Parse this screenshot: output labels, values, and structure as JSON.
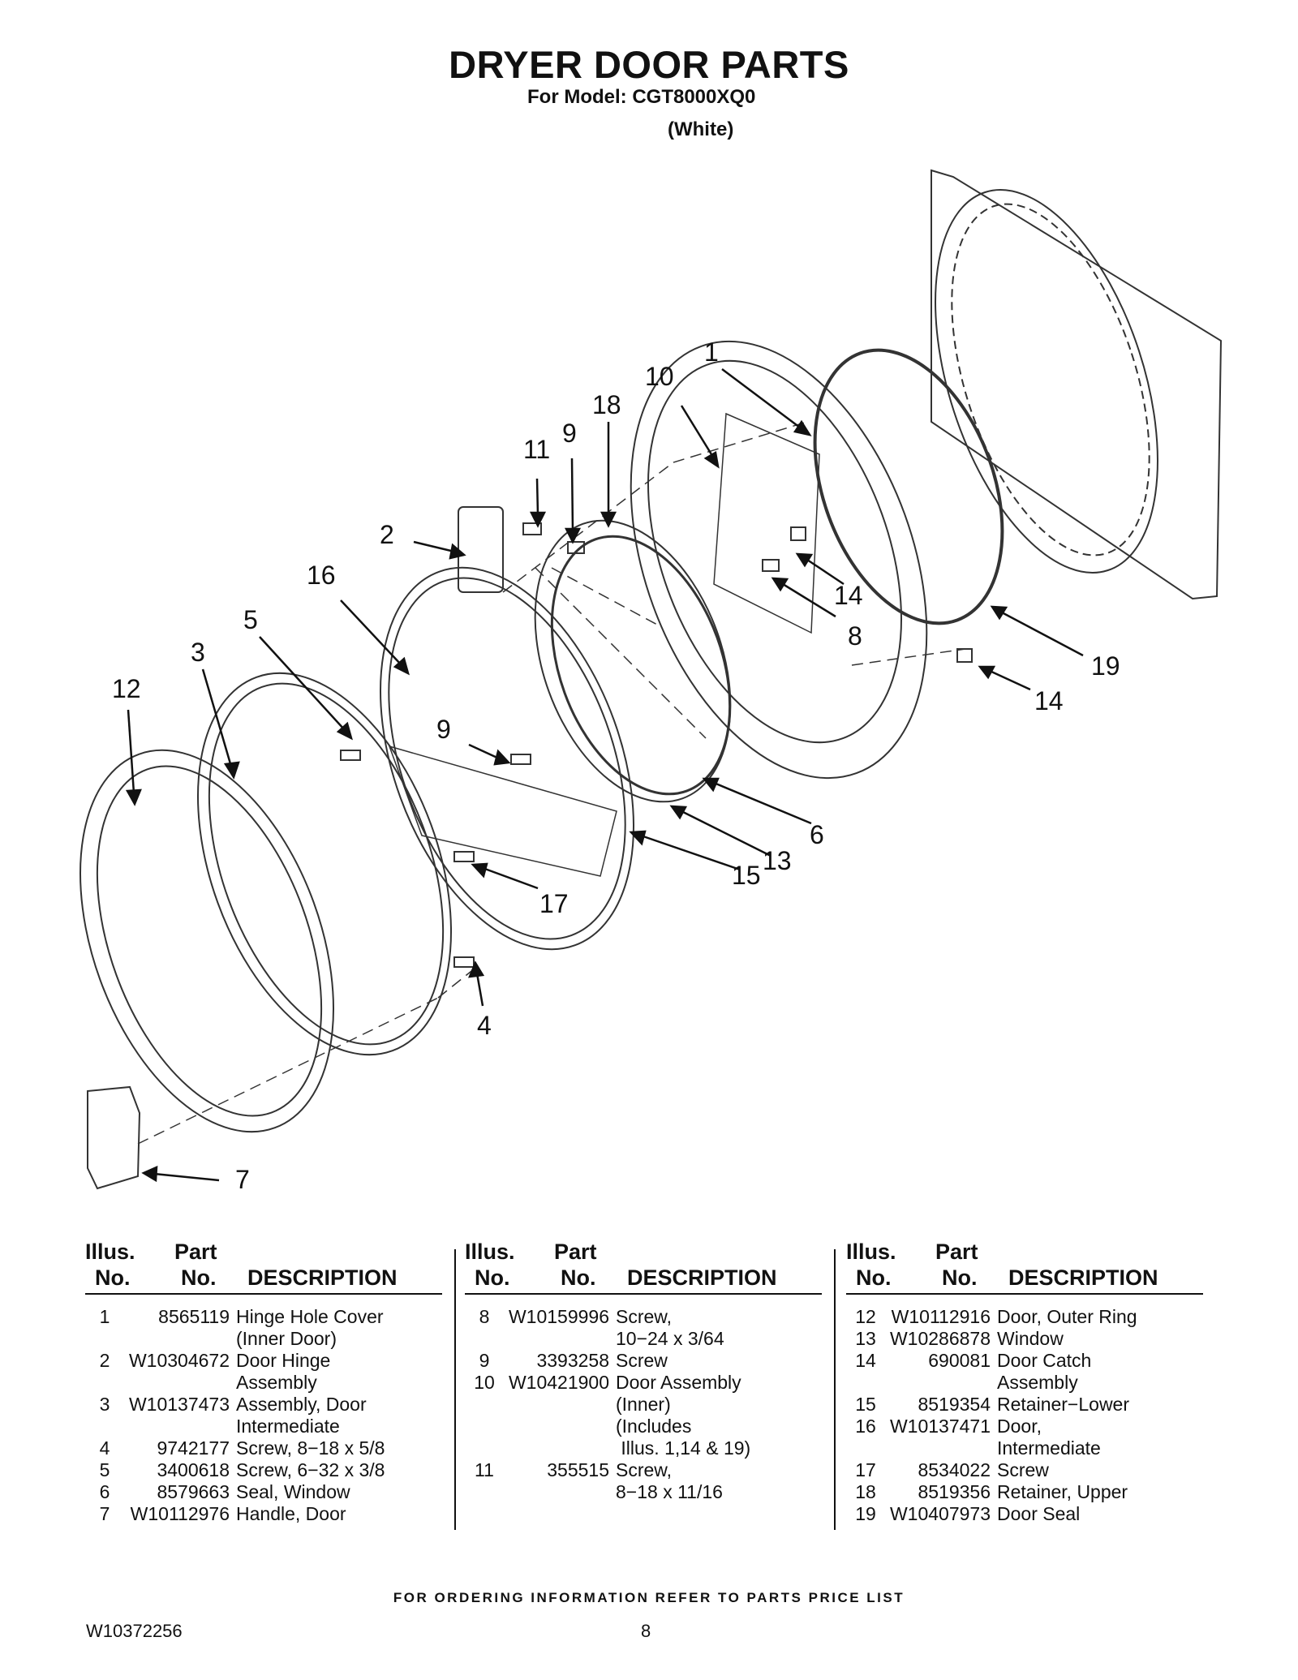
{
  "header": {
    "title": "DRYER DOOR PARTS",
    "model": "For Model: CGT8000XQ0",
    "color": "(White)"
  },
  "diagram": {
    "callouts": [
      "1",
      "10",
      "18",
      "9",
      "11",
      "2",
      "16",
      "5",
      "3",
      "12",
      "14",
      "8",
      "19",
      "14",
      "9",
      "6",
      "13",
      "15",
      "17",
      "4",
      "7"
    ]
  },
  "table": {
    "headers": {
      "illus": "Illus.",
      "no": "No.",
      "part": "Part",
      "part_no": "No.",
      "description": "DESCRIPTION"
    },
    "columns": [
      [
        {
          "illus": "1",
          "part": "8565119",
          "desc": "Hinge Hole Cover"
        },
        {
          "illus": "",
          "part": "",
          "desc": "(Inner Door)"
        },
        {
          "illus": "2",
          "part": "W10304672",
          "desc": "Door Hinge"
        },
        {
          "illus": "",
          "part": "",
          "desc": "Assembly"
        },
        {
          "illus": "3",
          "part": "W10137473",
          "desc": "Assembly, Door"
        },
        {
          "illus": "",
          "part": "",
          "desc": "Intermediate"
        },
        {
          "illus": "4",
          "part": "9742177",
          "desc": "Screw, 8−18 x 5/8"
        },
        {
          "illus": "5",
          "part": "3400618",
          "desc": "Screw, 6−32 x 3/8"
        },
        {
          "illus": "6",
          "part": "8579663",
          "desc": "Seal, Window"
        },
        {
          "illus": "7",
          "part": "W10112976",
          "desc": "Handle, Door"
        }
      ],
      [
        {
          "illus": "8",
          "part": "W10159996",
          "desc": "Screw,"
        },
        {
          "illus": "",
          "part": "",
          "desc": "10−24 x 3/64"
        },
        {
          "illus": "9",
          "part": "3393258",
          "desc": "Screw"
        },
        {
          "illus": "10",
          "part": "W10421900",
          "desc": "Door Assembly"
        },
        {
          "illus": "",
          "part": "",
          "desc": "(Inner)"
        },
        {
          "illus": "",
          "part": "",
          "desc": "(Includes"
        },
        {
          "illus": "",
          "part": "",
          "desc": " Illus. 1,14 & 19)"
        },
        {
          "illus": "11",
          "part": "355515",
          "desc": "Screw,"
        },
        {
          "illus": "",
          "part": "",
          "desc": "8−18 x 11/16"
        }
      ],
      [
        {
          "illus": "12",
          "part": "W10112916",
          "desc": "Door, Outer Ring"
        },
        {
          "illus": "13",
          "part": "W10286878",
          "desc": "Window"
        },
        {
          "illus": "14",
          "part": "690081",
          "desc": "Door Catch"
        },
        {
          "illus": "",
          "part": "",
          "desc": "Assembly"
        },
        {
          "illus": "15",
          "part": "8519354",
          "desc": "Retainer−Lower"
        },
        {
          "illus": "16",
          "part": "W10137471",
          "desc": "Door,"
        },
        {
          "illus": "",
          "part": "",
          "desc": "Intermediate"
        },
        {
          "illus": "17",
          "part": "8534022",
          "desc": "Screw"
        },
        {
          "illus": "18",
          "part": "8519356",
          "desc": "Retainer, Upper"
        },
        {
          "illus": "19",
          "part": "W10407973",
          "desc": "Door Seal"
        }
      ]
    ]
  },
  "footer": {
    "note": "FOR ORDERING INFORMATION REFER TO PARTS PRICE LIST",
    "doc_number": "W10372256",
    "page": "8"
  }
}
